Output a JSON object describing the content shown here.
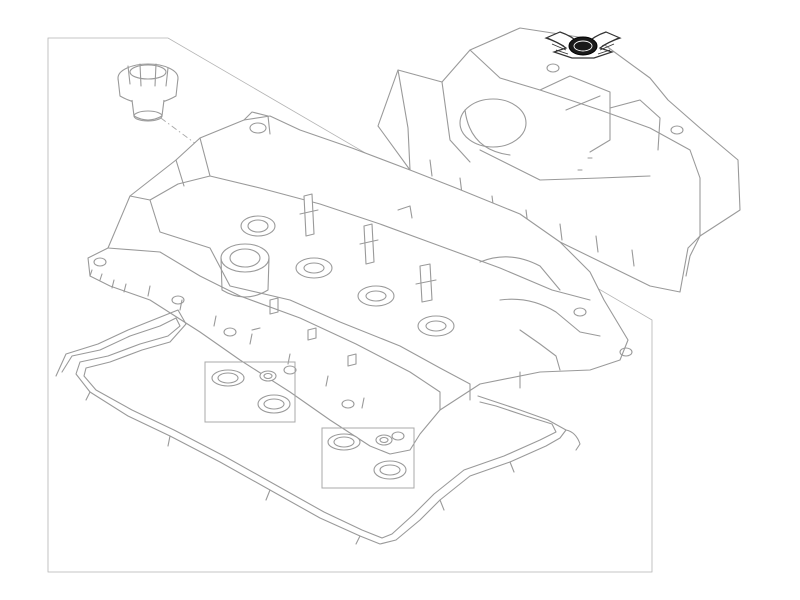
{
  "diagram": {
    "parts": [
      {
        "id": "frame",
        "icon": "reference-frame"
      },
      {
        "id": "engine-cover",
        "icon": "engine-cover-icon"
      },
      {
        "id": "emblem",
        "icon": "winged-emblem-icon"
      },
      {
        "id": "oil-filler-cap",
        "icon": "oil-cap-icon"
      },
      {
        "id": "valve-cover",
        "icon": "valve-cover-icon"
      },
      {
        "id": "valve-cover-gasket",
        "icon": "gasket-icon"
      },
      {
        "id": "seal-set-1",
        "icon": "seal-rings-icon"
      },
      {
        "id": "seal-set-2",
        "icon": "seal-rings-icon"
      }
    ],
    "colors": {
      "line": "#9a9a9a",
      "dark_line": "#555555",
      "background": "#ffffff"
    }
  }
}
